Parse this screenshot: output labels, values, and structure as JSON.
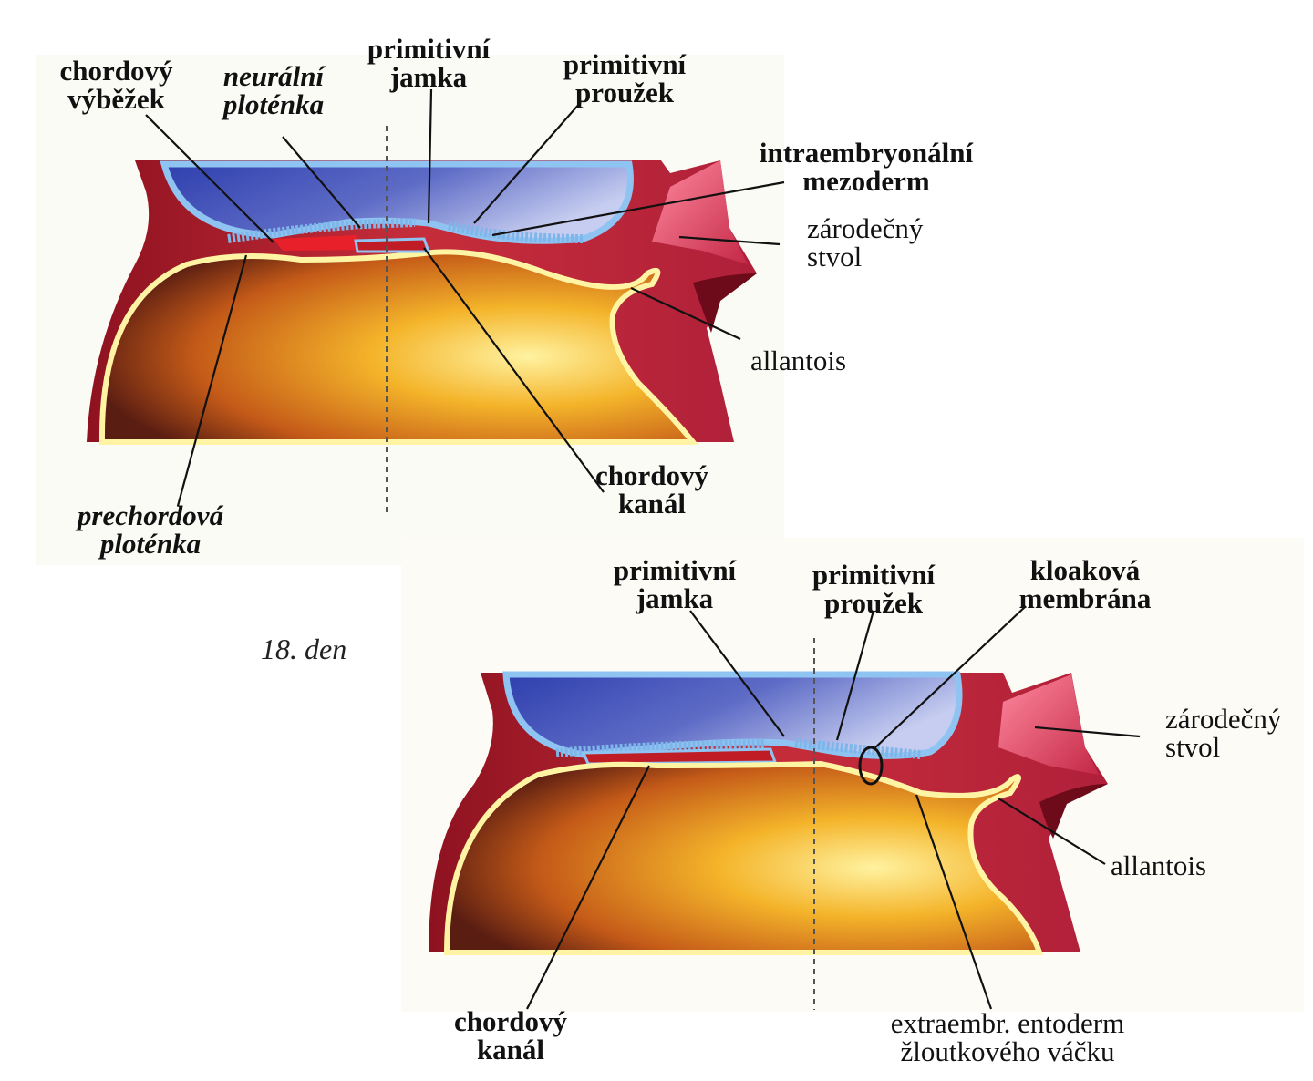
{
  "top": {
    "chordovy_vybezek": [
      "chordový",
      "výběžek"
    ],
    "neuralni_plotenka": [
      "neurální",
      "ploténka"
    ],
    "primitivni_jamka": [
      "primitivní",
      "jamka"
    ],
    "primitivni_prouzek": [
      "primitivní",
      "proužek"
    ],
    "intraembryonalni_mezoderm": [
      "intraembryonální",
      "mezoderm"
    ],
    "zarodecny_stvol": [
      "zárodečný",
      "stvol"
    ],
    "allantois": "allantois",
    "chordovy_kanal": [
      "chordový",
      "kanál"
    ],
    "prechordova_plotenka": [
      "prechordová",
      "ploténka"
    ]
  },
  "caption": "18. den",
  "bottom": {
    "primitivni_jamka": [
      "primitivní",
      "jamka"
    ],
    "primitivni_prouzek": [
      "primitivní",
      "proužek"
    ],
    "kloakova_membrana": [
      "kloaková",
      "membrána"
    ],
    "zarodecny_stvol": [
      "zárodečný",
      "stvol"
    ],
    "allantois": "allantois",
    "chordovy_kanal": [
      "chordový",
      "kanál"
    ],
    "extraembr_entoderm": [
      "extraembr. entoderm",
      "žloutkového váčku"
    ]
  },
  "colors": {
    "amnion": "#3b48b8",
    "ectoderm_blue": "#7fb6ea",
    "mesoderm_red": "#b3202c",
    "yolk_orange": "#e8901c",
    "entoderm_yellow": "#fff5a8"
  }
}
